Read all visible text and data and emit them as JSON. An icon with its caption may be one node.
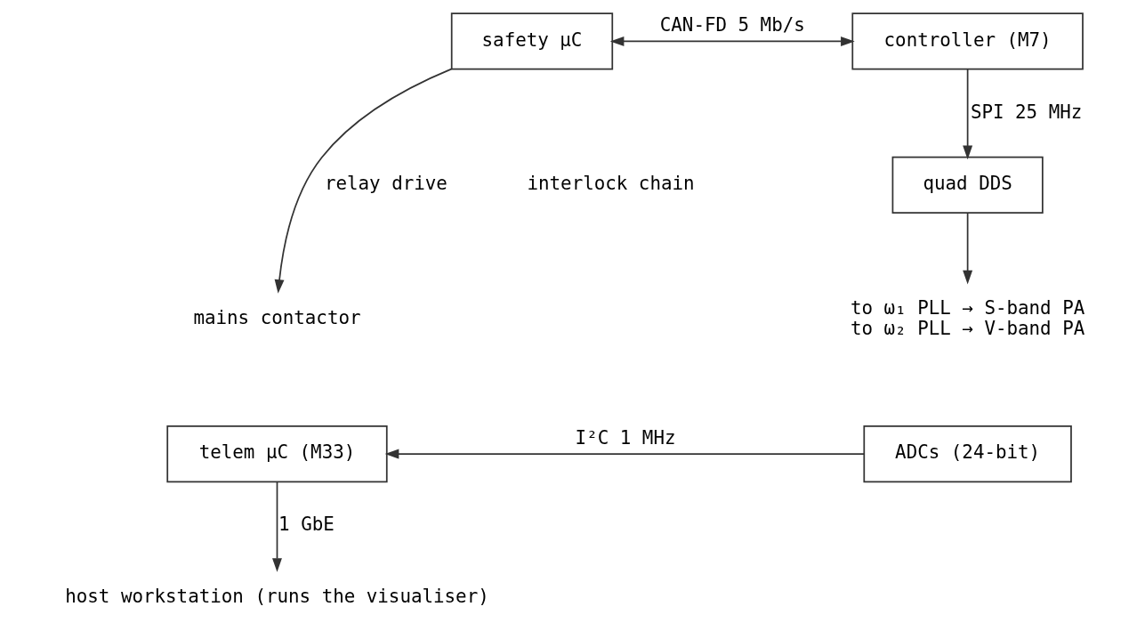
{
  "diagram": {
    "nodes": [
      {
        "text": [
          "safety µC"
        ]
      },
      {
        "text": [
          "controller (M7)"
        ]
      },
      {
        "text": [
          "quad DDS"
        ]
      },
      {
        "text": [
          "mains contactor"
        ]
      },
      {
        "text": [
          "to ω₁ PLL → S-band PA",
          "to ω₂ PLL → V-band PA"
        ]
      },
      {
        "text": [
          "telem µC (M33)"
        ]
      },
      {
        "text": [
          "ADCs (24-bit)"
        ]
      },
      {
        "text": [
          "host workstation (runs the visualiser)"
        ]
      }
    ],
    "edges": [
      {
        "from": 0,
        "to": 1,
        "arrow": "both",
        "label": "CAN-FD 5 Mb/s"
      },
      {
        "from": 0,
        "to": 3,
        "arrow": "to",
        "label": "relay drive"
      },
      {
        "from": 1,
        "to": 2,
        "arrow": "to",
        "label": "SPI 25 MHz"
      },
      {
        "from": 2,
        "to": 4,
        "arrow": "to"
      },
      {
        "from": 6,
        "to": 5,
        "arrow": "to",
        "label": "I²C 1 MHz"
      },
      {
        "from": 5,
        "to": 7,
        "arrow": "to",
        "label": "1 GbE"
      }
    ],
    "labels": [
      "interlock chain"
    ]
  }
}
